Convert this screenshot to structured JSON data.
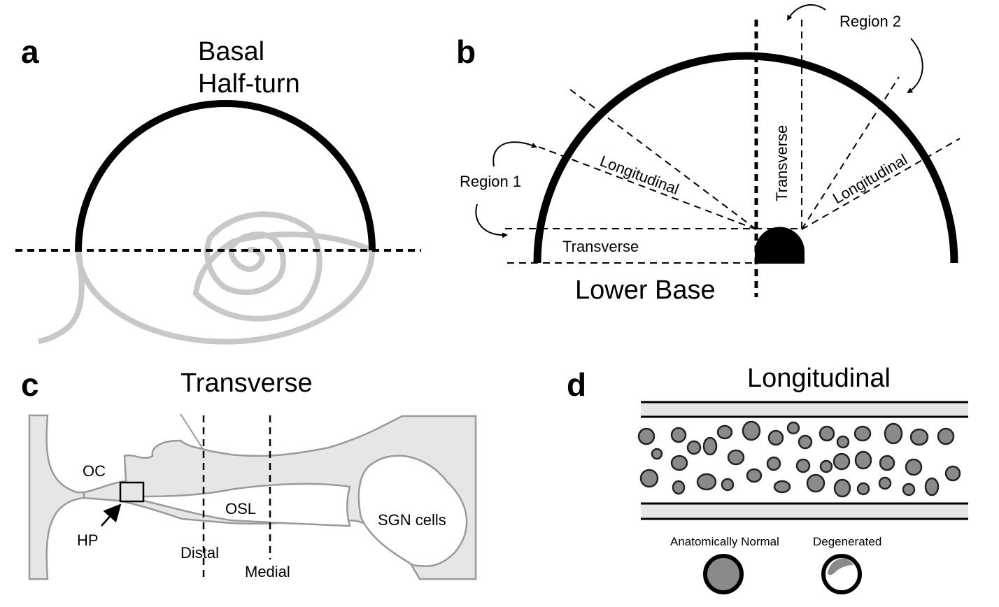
{
  "panels": {
    "a": {
      "letter": "a",
      "title_line1": "Basal",
      "title_line2": "Half-turn"
    },
    "b": {
      "letter": "b",
      "region1": "Region 1",
      "region2": "Region 2",
      "longitudinal_left": "Longitudinal",
      "longitudinal_right": "Longitudinal",
      "transverse_vertical": "Transverse",
      "transverse_bottom": "Transverse",
      "lower_base": "Lower Base"
    },
    "c": {
      "letter": "c",
      "title": "Transverse",
      "oc": "OC",
      "hp": "HP",
      "osl": "OSL",
      "sgn": "SGN cells",
      "distal": "Distal",
      "medial": "Medial"
    },
    "d": {
      "letter": "d",
      "title": "Longitudinal",
      "legend_normal": "Anatomically Normal",
      "legend_degenerated": "Degenerated"
    }
  },
  "colors": {
    "ink": "#000000",
    "light_gray": "#c8c8c8",
    "tissue_fill": "#e6e6e6",
    "tissue_stroke": "#9a9a9a",
    "cell_fill": "#8a8a8a"
  }
}
